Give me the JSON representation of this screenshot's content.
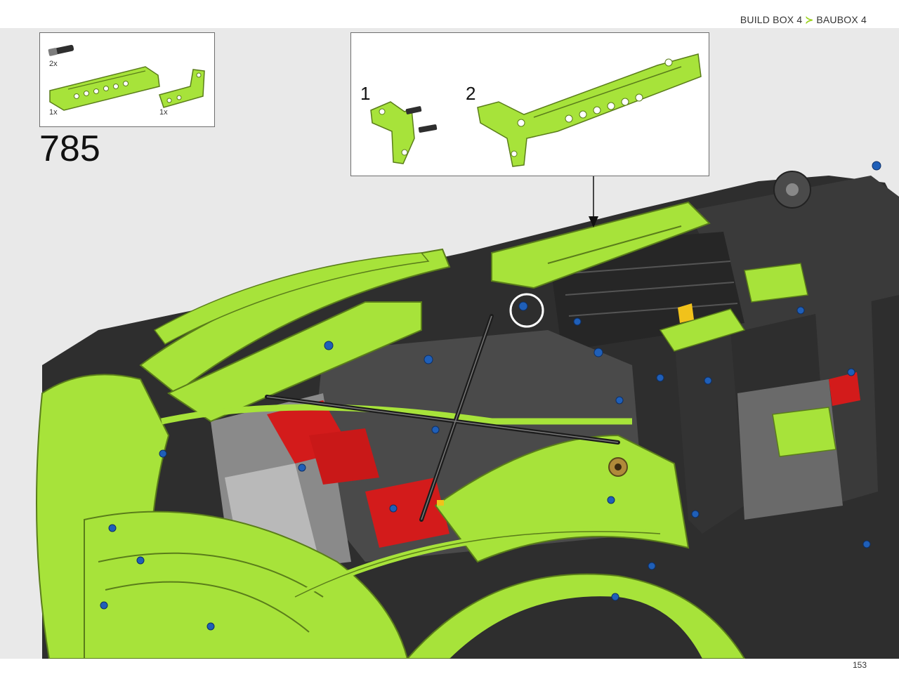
{
  "header": {
    "breadcrumb_en": "BUILD BOX 4",
    "breadcrumb_de": "BAUBOX 4"
  },
  "parts_list": {
    "items": [
      {
        "quantity": "2x",
        "name": "black-axle-pin-connector"
      },
      {
        "quantity": "1x",
        "name": "lime-beam-panel"
      },
      {
        "quantity": "1x",
        "name": "lime-angled-beam"
      }
    ]
  },
  "step": {
    "number": "785"
  },
  "sub_assembly": {
    "steps": [
      {
        "label": "1"
      },
      {
        "label": "2"
      }
    ]
  },
  "colors": {
    "lime": "#a7e33a",
    "lime_dark": "#6fa21c",
    "black_part": "#2e2e2e",
    "gray_part": "#7d7d7d",
    "red_part": "#d31b1b",
    "blue_pin": "#1f5fb8",
    "background": "#e9e9e9",
    "accent": "#9bd21c"
  },
  "footer": {
    "page_number": "153"
  }
}
